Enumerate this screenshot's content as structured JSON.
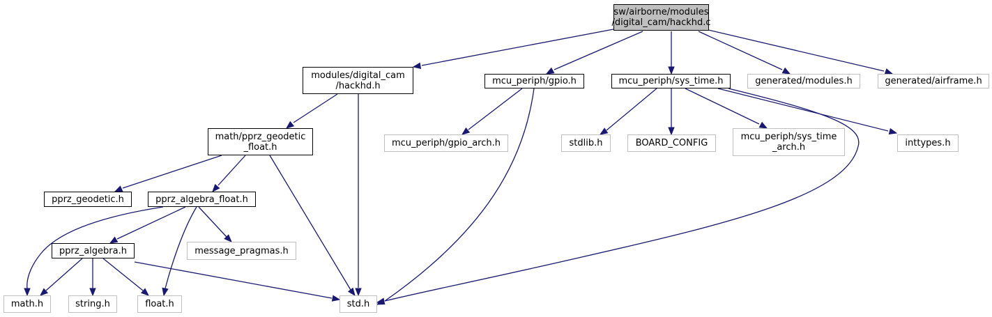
{
  "graph": {
    "title": "Include dependency graph for hackhd.c",
    "edge_color": "#191970",
    "root_fill": "#bfbfbf",
    "documented_border": "#000000",
    "undocumented_border": "#bfbfbf",
    "nodes": [
      {
        "id": "root",
        "label": "sw/airborne/modules\n/digital_cam/hackhd.c",
        "kind": "root"
      },
      {
        "id": "hackhd_h",
        "label": "modules/digital_cam\n/hackhd.h",
        "kind": "documented"
      },
      {
        "id": "gpio_h",
        "label": "mcu_periph/gpio.h",
        "kind": "documented"
      },
      {
        "id": "sys_time_h",
        "label": "mcu_periph/sys_time.h",
        "kind": "documented"
      },
      {
        "id": "gen_modules_h",
        "label": "generated/modules.h",
        "kind": "undocumented"
      },
      {
        "id": "gen_airframe_h",
        "label": "generated/airframe.h",
        "kind": "undocumented"
      },
      {
        "id": "pprz_geodetic_float_h",
        "label": "math/pprz_geodetic\n_float.h",
        "kind": "documented"
      },
      {
        "id": "gpio_arch_h",
        "label": "mcu_periph/gpio_arch.h",
        "kind": "undocumented"
      },
      {
        "id": "stdlib_h",
        "label": "stdlib.h",
        "kind": "undocumented"
      },
      {
        "id": "board_config",
        "label": "BOARD_CONFIG",
        "kind": "undocumented"
      },
      {
        "id": "sys_time_arch_h",
        "label": "mcu_periph/sys_time\n_arch.h",
        "kind": "undocumented"
      },
      {
        "id": "inttypes_h",
        "label": "inttypes.h",
        "kind": "undocumented"
      },
      {
        "id": "pprz_geodetic_h",
        "label": "pprz_geodetic.h",
        "kind": "documented"
      },
      {
        "id": "pprz_algebra_float_h",
        "label": "pprz_algebra_float.h",
        "kind": "documented"
      },
      {
        "id": "message_pragmas_h",
        "label": "message_pragmas.h",
        "kind": "undocumented"
      },
      {
        "id": "pprz_algebra_h",
        "label": "pprz_algebra.h",
        "kind": "documented"
      },
      {
        "id": "math_h",
        "label": "math.h",
        "kind": "undocumented"
      },
      {
        "id": "string_h",
        "label": "string.h",
        "kind": "undocumented"
      },
      {
        "id": "float_h",
        "label": "float.h",
        "kind": "undocumented"
      },
      {
        "id": "std_h",
        "label": "std.h",
        "kind": "undocumented"
      }
    ],
    "edges": [
      {
        "from": "root",
        "to": "hackhd_h"
      },
      {
        "from": "root",
        "to": "gpio_h"
      },
      {
        "from": "root",
        "to": "sys_time_h"
      },
      {
        "from": "root",
        "to": "gen_modules_h"
      },
      {
        "from": "root",
        "to": "gen_airframe_h"
      },
      {
        "from": "hackhd_h",
        "to": "pprz_geodetic_float_h"
      },
      {
        "from": "hackhd_h",
        "to": "std_h"
      },
      {
        "from": "gpio_h",
        "to": "gpio_arch_h"
      },
      {
        "from": "gpio_h",
        "to": "std_h"
      },
      {
        "from": "sys_time_h",
        "to": "stdlib_h"
      },
      {
        "from": "sys_time_h",
        "to": "board_config"
      },
      {
        "from": "sys_time_h",
        "to": "sys_time_arch_h"
      },
      {
        "from": "sys_time_h",
        "to": "inttypes_h"
      },
      {
        "from": "sys_time_h",
        "to": "std_h"
      },
      {
        "from": "pprz_geodetic_float_h",
        "to": "pprz_geodetic_h"
      },
      {
        "from": "pprz_geodetic_float_h",
        "to": "pprz_algebra_float_h"
      },
      {
        "from": "pprz_geodetic_float_h",
        "to": "std_h"
      },
      {
        "from": "pprz_algebra_float_h",
        "to": "pprz_algebra_h"
      },
      {
        "from": "pprz_algebra_float_h",
        "to": "message_pragmas_h"
      },
      {
        "from": "pprz_algebra_float_h",
        "to": "math_h"
      },
      {
        "from": "pprz_algebra_float_h",
        "to": "float_h"
      },
      {
        "from": "pprz_algebra_h",
        "to": "math_h"
      },
      {
        "from": "pprz_algebra_h",
        "to": "string_h"
      },
      {
        "from": "pprz_algebra_h",
        "to": "float_h"
      },
      {
        "from": "pprz_algebra_h",
        "to": "std_h"
      }
    ]
  }
}
